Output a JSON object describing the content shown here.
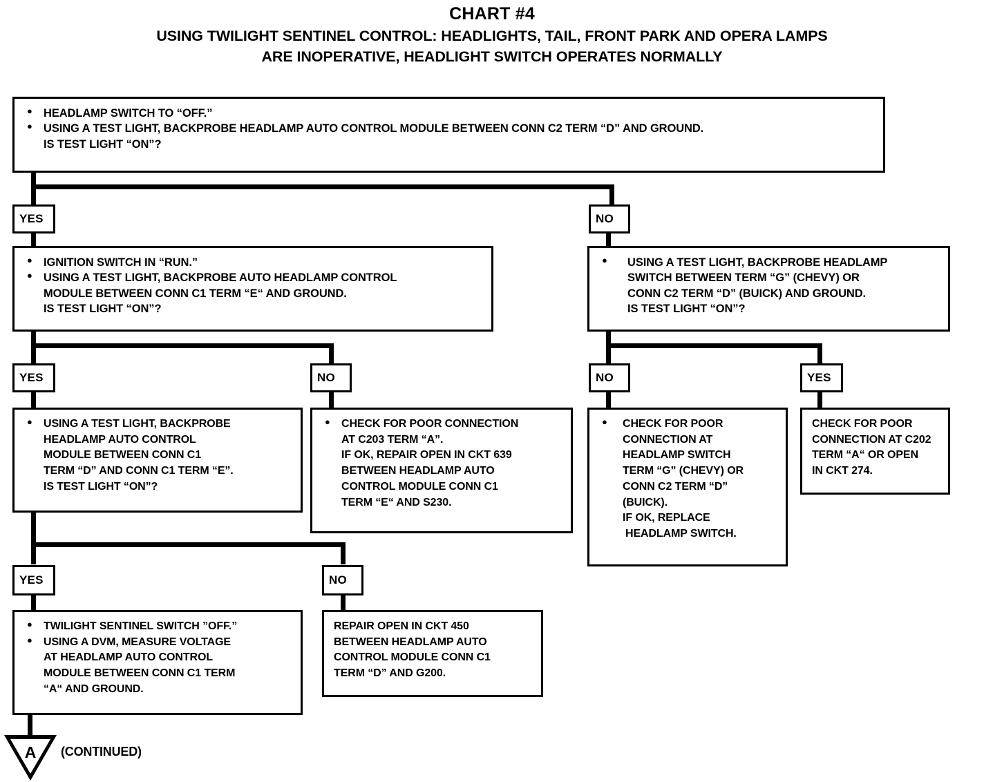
{
  "chart": {
    "title": "CHART #4",
    "subtitle_line1": "USING TWILIGHT SENTINEL CONTROL:  HEADLIGHTS, TAIL, FRONT PARK AND OPERA LAMPS",
    "subtitle_line2": "ARE INOPERATIVE, HEADLIGHT SWITCH OPERATES NORMALLY"
  },
  "labels": {
    "yes": "YES",
    "no": "NO",
    "continued": "(CONTINUED)",
    "connector_a": "A"
  },
  "nodes": {
    "step1": {
      "id": "step1",
      "type": "decision",
      "lines": [
        {
          "bullet": true,
          "text": "HEADLAMP SWITCH TO “OFF.”"
        },
        {
          "bullet": true,
          "text": "USING A TEST LIGHT, BACKPROBE HEADLAMP AUTO CONTROL MODULE BETWEEN CONN C2 TERM “D” AND GROUND."
        },
        {
          "bullet": false,
          "text": "IS TEST LIGHT “ON”?"
        }
      ]
    },
    "step2_yes": {
      "id": "step2_yes",
      "type": "decision",
      "lines": [
        {
          "bullet": true,
          "text": "IGNITION SWITCH IN “RUN.”"
        },
        {
          "bullet": true,
          "text": "USING A TEST LIGHT, BACKPROBE AUTO HEADLAMP CONTROL"
        },
        {
          "bullet": false,
          "text": "MODULE BETWEEN CONN C1 TERM “E“ AND GROUND."
        },
        {
          "bullet": false,
          "text": "IS TEST LIGHT “ON”?"
        }
      ]
    },
    "step2_no": {
      "id": "step2_no",
      "type": "decision",
      "lines": [
        {
          "bullet": true,
          "text": "USING A TEST LIGHT, BACKPROBE HEADLAMP"
        },
        {
          "bullet": false,
          "text": "SWITCH BETWEEN TERM “G” (CHEVY) OR"
        },
        {
          "bullet": false,
          "text": "CONN C2 TERM “D” (BUICK) AND GROUND."
        },
        {
          "bullet": false,
          "text": "IS TEST LIGHT “ON”?"
        }
      ]
    },
    "step3_yes": {
      "id": "step3_yes",
      "type": "decision",
      "lines": [
        {
          "bullet": true,
          "text": "USING A TEST LIGHT, BACKPROBE"
        },
        {
          "bullet": false,
          "text": "HEADLAMP AUTO CONTROL"
        },
        {
          "bullet": false,
          "text": "MODULE BETWEEN CONN C1"
        },
        {
          "bullet": false,
          "text": "TERM “D” AND CONN C1 TERM “E”."
        },
        {
          "bullet": false,
          "text": "IS TEST LIGHT “ON”?"
        }
      ]
    },
    "step3_no": {
      "id": "step3_no",
      "type": "action",
      "lines": [
        {
          "bullet": true,
          "text": "CHECK FOR POOR CONNECTION"
        },
        {
          "bullet": false,
          "text": "AT C203 TERM “A”."
        },
        {
          "bullet": false,
          "text": "IF OK, REPAIR OPEN IN CKT 639"
        },
        {
          "bullet": false,
          "text": "BETWEEN HEADLAMP AUTO"
        },
        {
          "bullet": false,
          "text": "CONTROL MODULE CONN C1"
        },
        {
          "bullet": false,
          "text": "TERM “E“ AND S230."
        }
      ]
    },
    "step3_right_no": {
      "id": "step3_right_no",
      "type": "action",
      "lines": [
        {
          "bullet": true,
          "text": "CHECK FOR POOR"
        },
        {
          "bullet": false,
          "text": "CONNECTION AT"
        },
        {
          "bullet": false,
          "text": "HEADLAMP SWITCH"
        },
        {
          "bullet": false,
          "text": "TERM “G” (CHEVY) OR"
        },
        {
          "bullet": false,
          "text": "CONN C2 TERM “D”"
        },
        {
          "bullet": false,
          "text": "(BUICK)."
        },
        {
          "bullet": false,
          "text": "IF OK,  REPLACE"
        },
        {
          "bullet": false,
          "text": "HEADLAMP SWITCH."
        }
      ]
    },
    "step3_right_yes": {
      "id": "step3_right_yes",
      "type": "action",
      "lines": [
        {
          "bullet": false,
          "text": "CHECK FOR POOR"
        },
        {
          "bullet": false,
          "text": "CONNECTION AT C202"
        },
        {
          "bullet": false,
          "text": "TERM “A“ OR OPEN"
        },
        {
          "bullet": false,
          "text": "IN CKT 274."
        }
      ]
    },
    "step4_yes": {
      "id": "step4_yes",
      "type": "action",
      "lines": [
        {
          "bullet": true,
          "text": "TWILIGHT SENTINEL SWITCH ”OFF.”"
        },
        {
          "bullet": true,
          "text": "USING A DVM, MEASURE VOLTAGE"
        },
        {
          "bullet": false,
          "text": "AT HEADLAMP AUTO CONTROL"
        },
        {
          "bullet": false,
          "text": "MODULE BETWEEN CONN C1 TERM"
        },
        {
          "bullet": false,
          "text": "“A“ AND GROUND."
        }
      ]
    },
    "step4_no": {
      "id": "step4_no",
      "type": "action",
      "lines": [
        {
          "bullet": false,
          "text": "REPAIR OPEN IN CKT 450"
        },
        {
          "bullet": false,
          "text": "BETWEEN HEADLAMP AUTO"
        },
        {
          "bullet": false,
          "text": "CONTROL MODULE CONN C1"
        },
        {
          "bullet": false,
          "text": "TERM “D” AND G200."
        }
      ]
    }
  },
  "colors": {
    "ink": "#000000",
    "paper": "#ffffff"
  }
}
